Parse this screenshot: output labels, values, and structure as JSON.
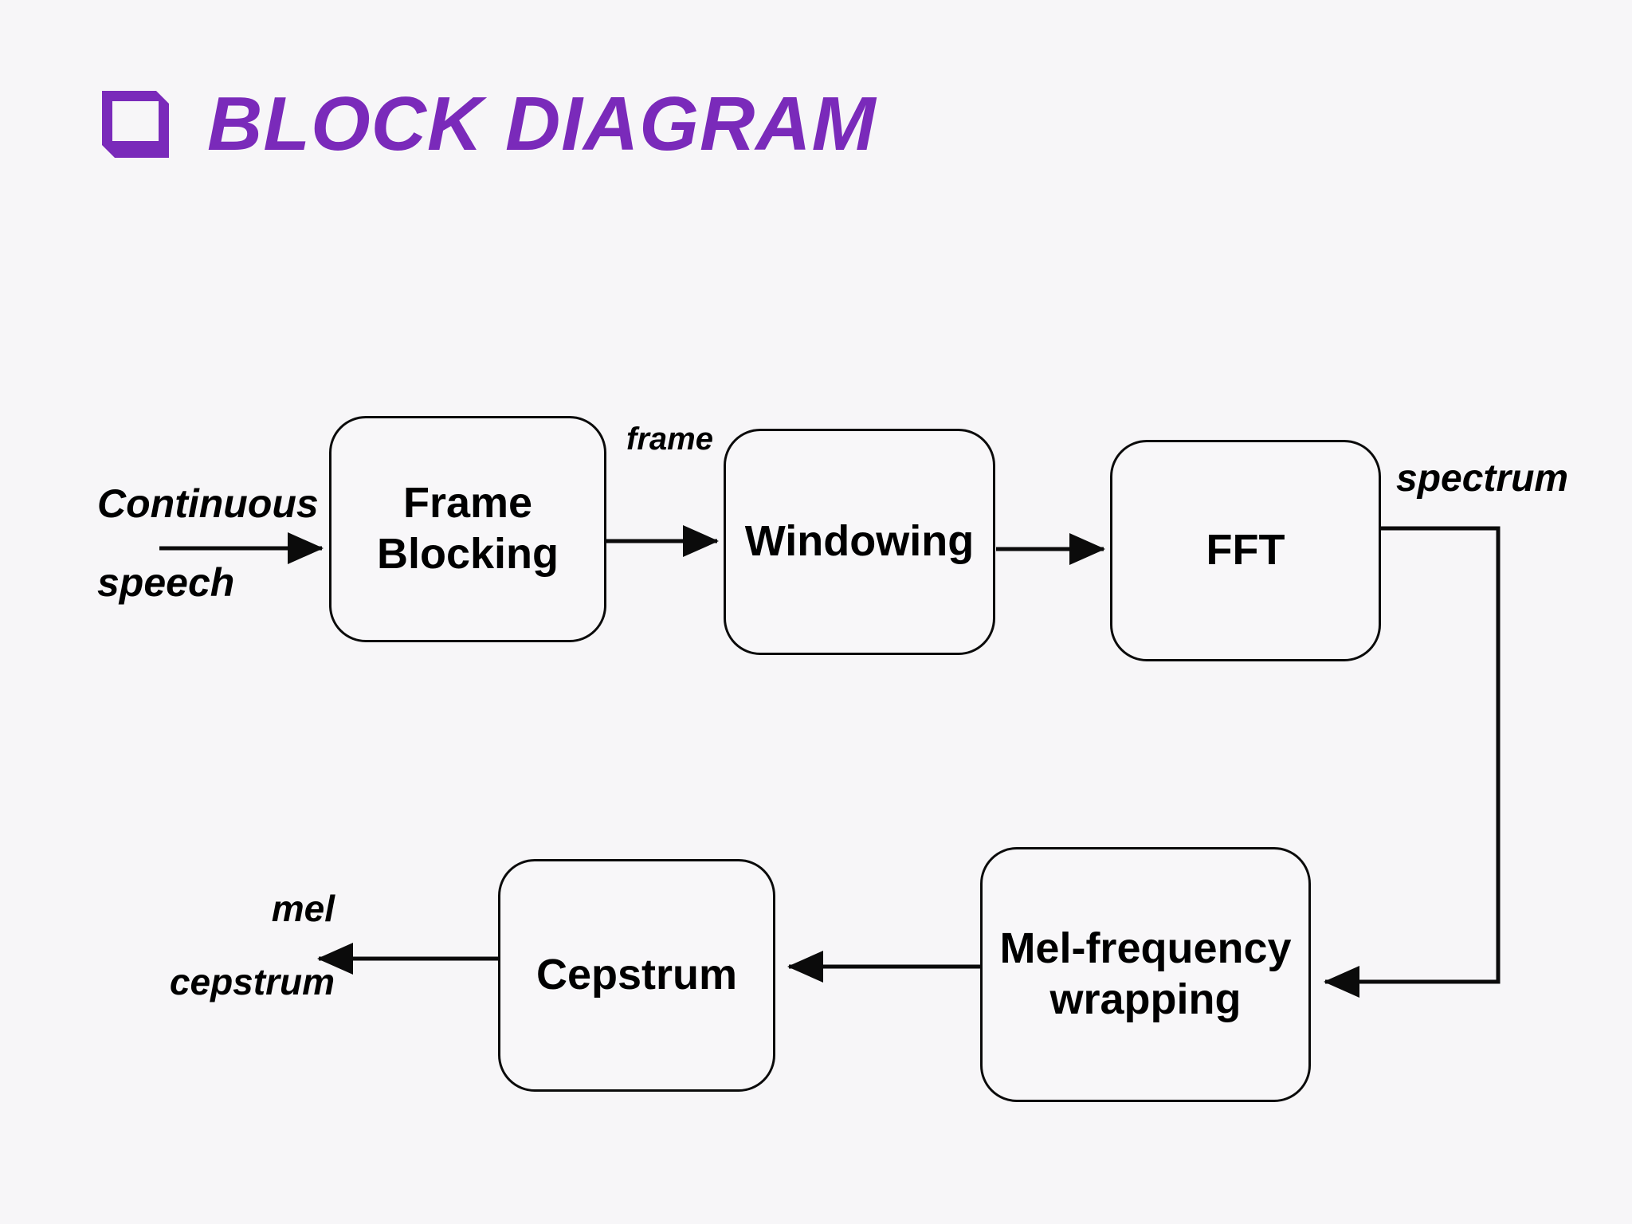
{
  "slide": {
    "background_color": "#f7f6f8",
    "title": {
      "text": "BLOCK DIAGRAM",
      "color": "#7a2aba",
      "bullet_icon": "square-bullet-icon"
    }
  },
  "diagram": {
    "type": "block-diagram",
    "stroke_color": "#0b0b0b",
    "box_fill": "#f8f7f9",
    "nodes": [
      {
        "id": "frame-blocking",
        "label_line_1": "Frame",
        "label_line_2": "Blocking"
      },
      {
        "id": "windowing",
        "label_line_1": "Windowing",
        "label_line_2": ""
      },
      {
        "id": "fft",
        "label_line_1": "FFT",
        "label_line_2": ""
      },
      {
        "id": "mel-frequency",
        "label_line_1": "Mel-frequency",
        "label_line_2": "wrapping"
      },
      {
        "id": "cepstrum",
        "label_line_1": "Cepstrum",
        "label_line_2": ""
      }
    ],
    "edge_labels": {
      "input": {
        "line_1": "Continuous",
        "line_2": "speech"
      },
      "frame": {
        "line_1": "frame",
        "line_2": ""
      },
      "spectrum": {
        "line_1": "spectrum",
        "line_2": ""
      },
      "output": {
        "line_1": "mel",
        "line_2": "cepstrum"
      }
    },
    "edges": [
      {
        "from": "input",
        "to": "frame-blocking",
        "label": "Continuous speech"
      },
      {
        "from": "frame-blocking",
        "to": "windowing",
        "label": "frame"
      },
      {
        "from": "windowing",
        "to": "fft",
        "label": ""
      },
      {
        "from": "fft",
        "to": "mel-frequency",
        "label": "spectrum"
      },
      {
        "from": "mel-frequency",
        "to": "cepstrum",
        "label": ""
      },
      {
        "from": "cepstrum",
        "to": "output",
        "label": "mel cepstrum"
      }
    ]
  }
}
